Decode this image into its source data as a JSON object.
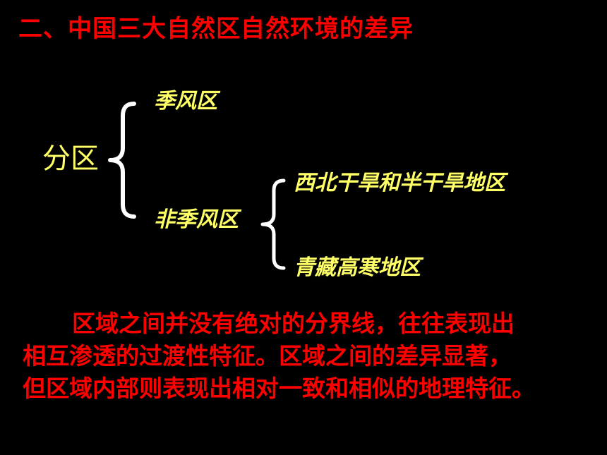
{
  "slide": {
    "title": "二、中国三大自然区自然环境的差异",
    "root_label": "分区",
    "branches": {
      "monsoon": "季风区",
      "non_monsoon": "非季风区",
      "northwest": "西北干旱和半干旱地区",
      "qinghai_tibet": "青藏高寒地区"
    },
    "note_lines": [
      "区域之间并没有绝对的分界线，往往表现出",
      "相互渗透的过渡性特征。区域之间的差异显著，",
      "但区域内部则表现出相对一致和相似的地理特征。"
    ]
  },
  "colors": {
    "background": "#000000",
    "heading": "#ff0000",
    "labels": "#ffff66",
    "brace": "#ffffff"
  }
}
